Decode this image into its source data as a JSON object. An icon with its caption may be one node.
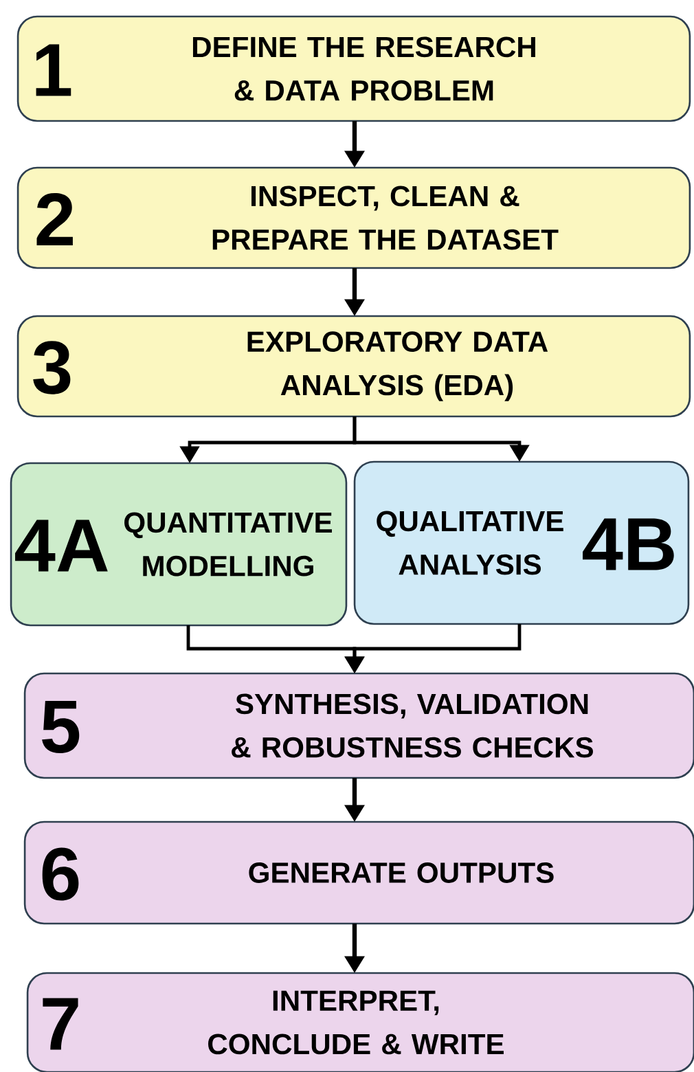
{
  "diagram": {
    "nodes": [
      {
        "text": [
          "1",
          "DEFINE THE RESEARCH & DATA PROBLEM"
        ]
      },
      {
        "text": [
          "2",
          "INSPECT, CLEAN & PREPARE THE DATASET"
        ]
      },
      {
        "text": [
          "3",
          "EXPLORATORY DATA ANALYSIS (EDA)"
        ]
      },
      {
        "text": [
          "4A",
          "QUANTITATIVE MODELLING"
        ]
      },
      {
        "text": [
          "QUALITATIVE ANALYSIS",
          "4B"
        ]
      },
      {
        "text": [
          "5",
          "SYNTHESIS, VALIDATION & ROBUSTNESS CHECKS"
        ]
      },
      {
        "text": [
          "6",
          "GENERATE OUTPUTS"
        ]
      },
      {
        "text": [
          "7",
          "INTERPRET, CONCLUDE & WRITE"
        ]
      }
    ],
    "edges": [
      {
        "from": 0,
        "to": 1,
        "arrow": "to"
      },
      {
        "from": 1,
        "to": 2,
        "arrow": "to"
      },
      {
        "from": 2,
        "to": 3,
        "arrow": "to"
      },
      {
        "from": 2,
        "to": 4,
        "arrow": "to"
      },
      {
        "from": 3,
        "to": 5,
        "arrow": "to"
      },
      {
        "from": 4,
        "to": 5,
        "arrow": "to"
      },
      {
        "from": 5,
        "to": 6,
        "arrow": "to"
      },
      {
        "from": 6,
        "to": 7,
        "arrow": "to"
      }
    ]
  }
}
